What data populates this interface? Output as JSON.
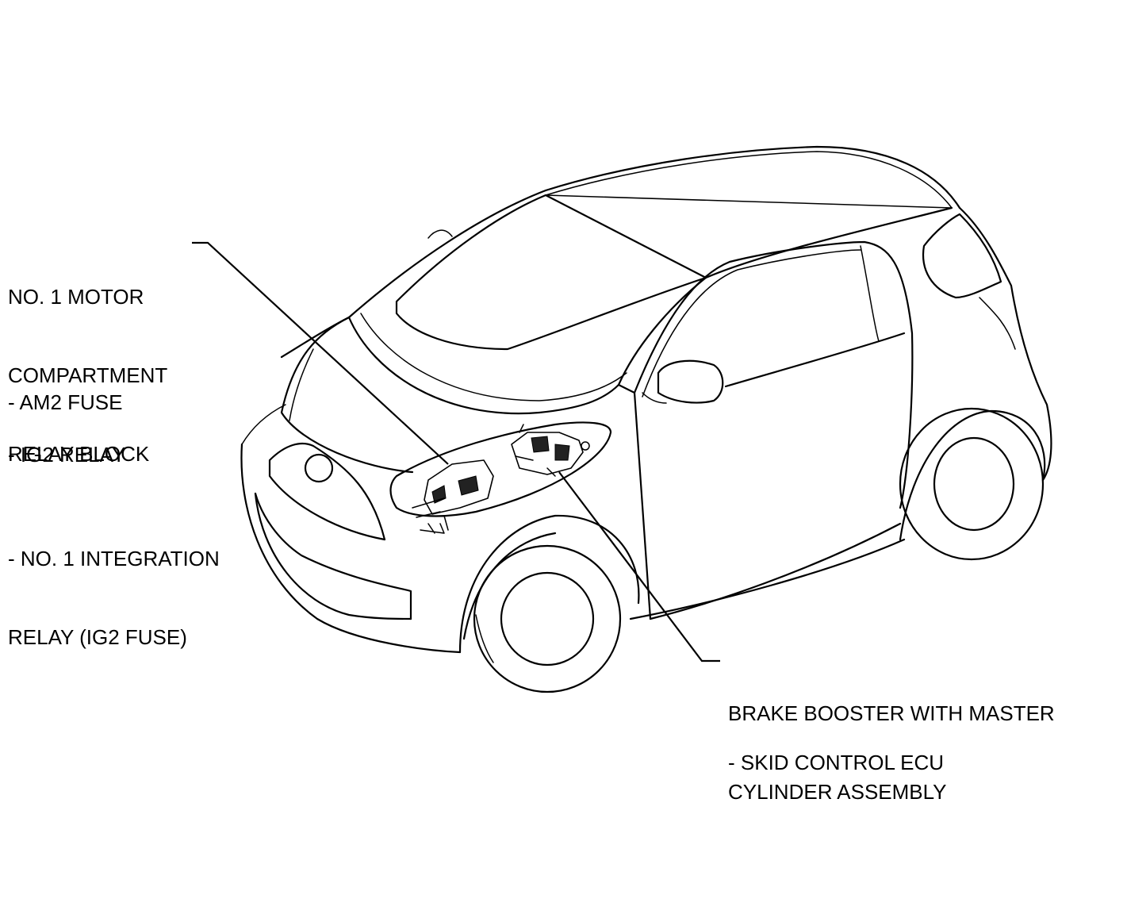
{
  "labels": {
    "relay_block": [
      "NO. 1 MOTOR",
      "COMPARTMENT",
      "RELAY BLOCK"
    ],
    "am2_fuse": "- AM2 FUSE",
    "ig2_relay": "- IG2 RELAY",
    "integration_relay": [
      "- NO. 1 INTEGRATION",
      "RELAY (IG2 FUSE)"
    ],
    "brake_booster": [
      "BRAKE BOOSTER WITH MASTER",
      "CYLINDER ASSEMBLY"
    ],
    "skid_control": "- SKID CONTROL ECU"
  }
}
